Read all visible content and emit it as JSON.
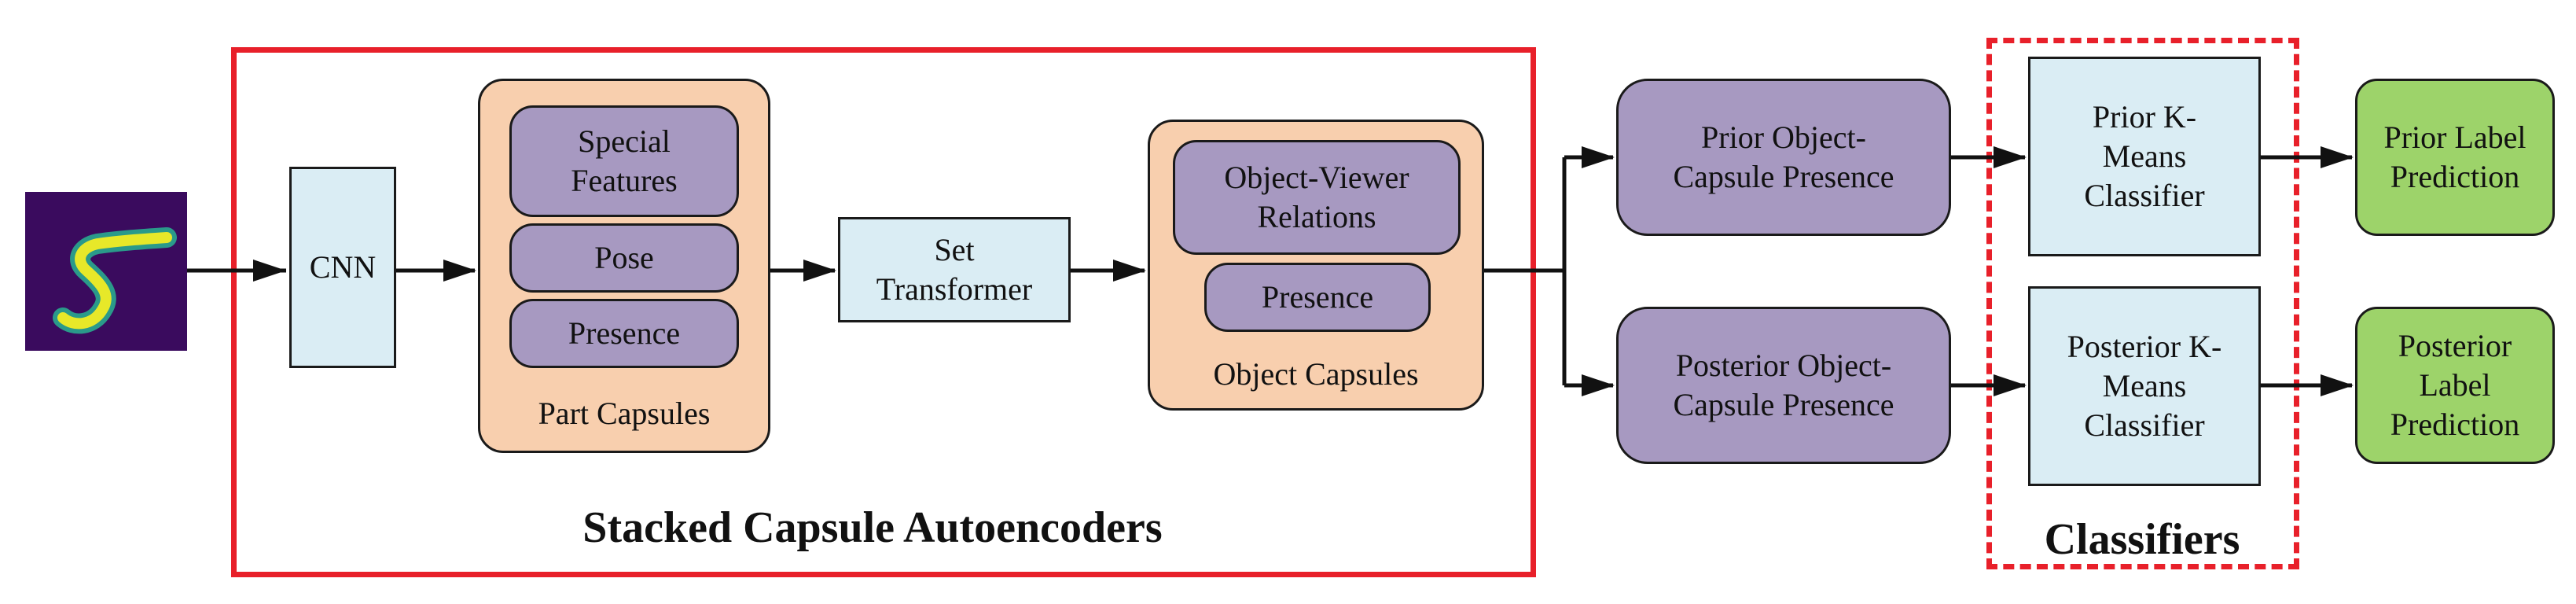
{
  "input_image": {
    "icon": "handwritten-digit-5-image",
    "background": "#3a0b5e",
    "stroke": "#e7e829"
  },
  "nodes": {
    "cnn": "CNN",
    "special_features": "Special Features",
    "pose": "Pose",
    "part_presence": "Presence",
    "part_capsules": "Part Capsules",
    "set_transformer": "Set Transformer",
    "object_viewer_relations": "Object-Viewer Relations",
    "object_presence": "Presence",
    "object_capsules": "Object Capsules",
    "prior_presence": "Prior Object-Capsule Presence",
    "posterior_presence": "Posterior Object-Capsule Presence",
    "prior_classifier": "Prior K-Means Classifier",
    "posterior_classifier": "Posterior K-Means Classifier",
    "prior_prediction": "Prior Label Prediction",
    "posterior_prediction": "Posterior Label Prediction"
  },
  "groups": {
    "scae_label": "Stacked Capsule Autoencoders",
    "classifiers_label": "Classifiers"
  },
  "colors": {
    "frame_red": "#e8202a",
    "purple": "#a799c1",
    "light_blue": "#daedf4",
    "peach": "#f8cfae",
    "green": "#9dd36a"
  }
}
